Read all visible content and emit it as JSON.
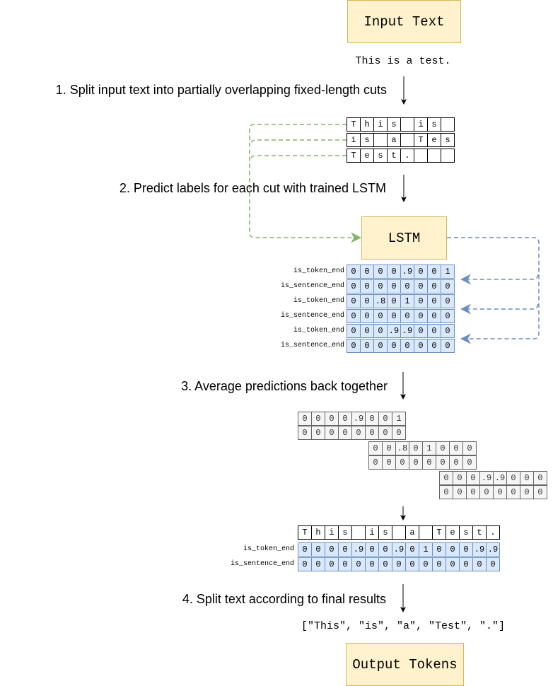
{
  "input_box": {
    "label": "Input Text"
  },
  "input_sentence": "This is a test.",
  "steps": [
    "1. Split input text into partially overlapping fixed-length cuts",
    "2. Predict labels for each cut with trained LSTM",
    "3. Average predictions back together",
    "4. Split text according to final results"
  ],
  "cuts": [
    [
      "T",
      "h",
      "i",
      "s",
      "",
      "i",
      "s",
      ""
    ],
    [
      "i",
      "s",
      "",
      "a",
      "",
      "T",
      "e",
      "s"
    ],
    [
      "T",
      "e",
      "s",
      "t",
      ".",
      "",
      "",
      ""
    ]
  ],
  "lstm_box": {
    "label": "LSTM"
  },
  "row_labels": {
    "token": "is_token_end",
    "sentence": "is_sentence_end"
  },
  "predictions": [
    {
      "is_token_end": [
        "0",
        "0",
        "0",
        "0",
        ".9",
        "0",
        "0",
        "1"
      ],
      "is_sentence_end": [
        "0",
        "0",
        "0",
        "0",
        "0",
        "0",
        "0",
        "0"
      ]
    },
    {
      "is_token_end": [
        "0",
        "0",
        ".8",
        "0",
        "1",
        "0",
        "0",
        "0"
      ],
      "is_sentence_end": [
        "0",
        "0",
        "0",
        "0",
        "0",
        "0",
        "0",
        "0"
      ]
    },
    {
      "is_token_end": [
        "0",
        "0",
        "0",
        ".9",
        ".9",
        "0",
        "0",
        "0"
      ],
      "is_sentence_end": [
        "0",
        "0",
        "0",
        "0",
        "0",
        "0",
        "0",
        "0"
      ]
    }
  ],
  "final": {
    "chars": [
      "T",
      "h",
      "i",
      "s",
      "",
      "i",
      "s",
      "",
      "a",
      "",
      "T",
      "e",
      "s",
      "t",
      "."
    ],
    "is_token_end": [
      "0",
      "0",
      "0",
      "0",
      ".9",
      "0",
      "0",
      ".9",
      "0",
      "1",
      "0",
      "0",
      "0",
      ".9",
      ".9"
    ],
    "is_sentence_end": [
      "0",
      "0",
      "0",
      "0",
      "0",
      "0",
      "0",
      "0",
      "0",
      "0",
      "0",
      "0",
      "0",
      "0",
      "0"
    ]
  },
  "output_list": "[\"This\", \"is\", \"a\", \"Test\", \".\"]",
  "output_box": {
    "label": "Output Tokens"
  },
  "colors": {
    "box_fill": "#fff2cc",
    "box_border": "#d6b656",
    "blue_fill": "#dae8fc",
    "blue_border": "#6c8ebf",
    "green_arrow": "#82b366",
    "blue_arrow": "#6c8ebf",
    "gray_fill": "#f5f5f5"
  }
}
